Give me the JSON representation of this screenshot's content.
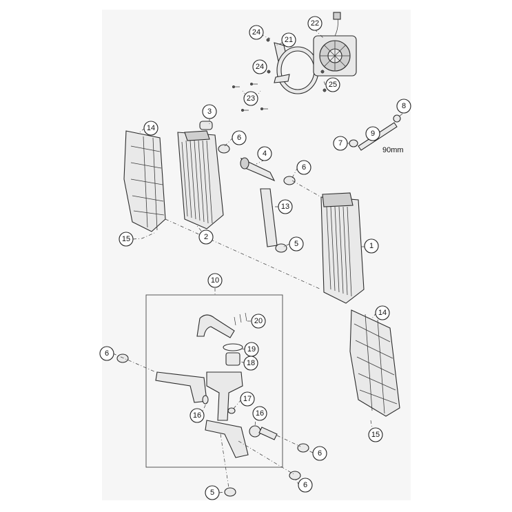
{
  "dimension_label": "90mm",
  "callouts": [
    {
      "id": "c1",
      "label": "1"
    },
    {
      "id": "c2",
      "label": "2"
    },
    {
      "id": "c3",
      "label": "3"
    },
    {
      "id": "c4",
      "label": "4"
    },
    {
      "id": "c5a",
      "label": "5"
    },
    {
      "id": "c5b",
      "label": "5"
    },
    {
      "id": "c6a",
      "label": "6"
    },
    {
      "id": "c6b",
      "label": "6"
    },
    {
      "id": "c6c",
      "label": "6"
    },
    {
      "id": "c6d",
      "label": "6"
    },
    {
      "id": "c6e",
      "label": "6"
    },
    {
      "id": "c7",
      "label": "7"
    },
    {
      "id": "c8",
      "label": "8"
    },
    {
      "id": "c9",
      "label": "9"
    },
    {
      "id": "c10",
      "label": "10"
    },
    {
      "id": "c13",
      "label": "13"
    },
    {
      "id": "c14a",
      "label": "14"
    },
    {
      "id": "c14b",
      "label": "14"
    },
    {
      "id": "c15a",
      "label": "15"
    },
    {
      "id": "c15b",
      "label": "15"
    },
    {
      "id": "c16a",
      "label": "16"
    },
    {
      "id": "c16b",
      "label": "16"
    },
    {
      "id": "c17",
      "label": "17"
    },
    {
      "id": "c18",
      "label": "18"
    },
    {
      "id": "c19",
      "label": "19"
    },
    {
      "id": "c20",
      "label": "20"
    },
    {
      "id": "c21",
      "label": "21"
    },
    {
      "id": "c22",
      "label": "22"
    },
    {
      "id": "c23",
      "label": "23"
    },
    {
      "id": "c24a",
      "label": "24"
    },
    {
      "id": "c24b",
      "label": "24"
    },
    {
      "id": "c25",
      "label": "25"
    }
  ]
}
